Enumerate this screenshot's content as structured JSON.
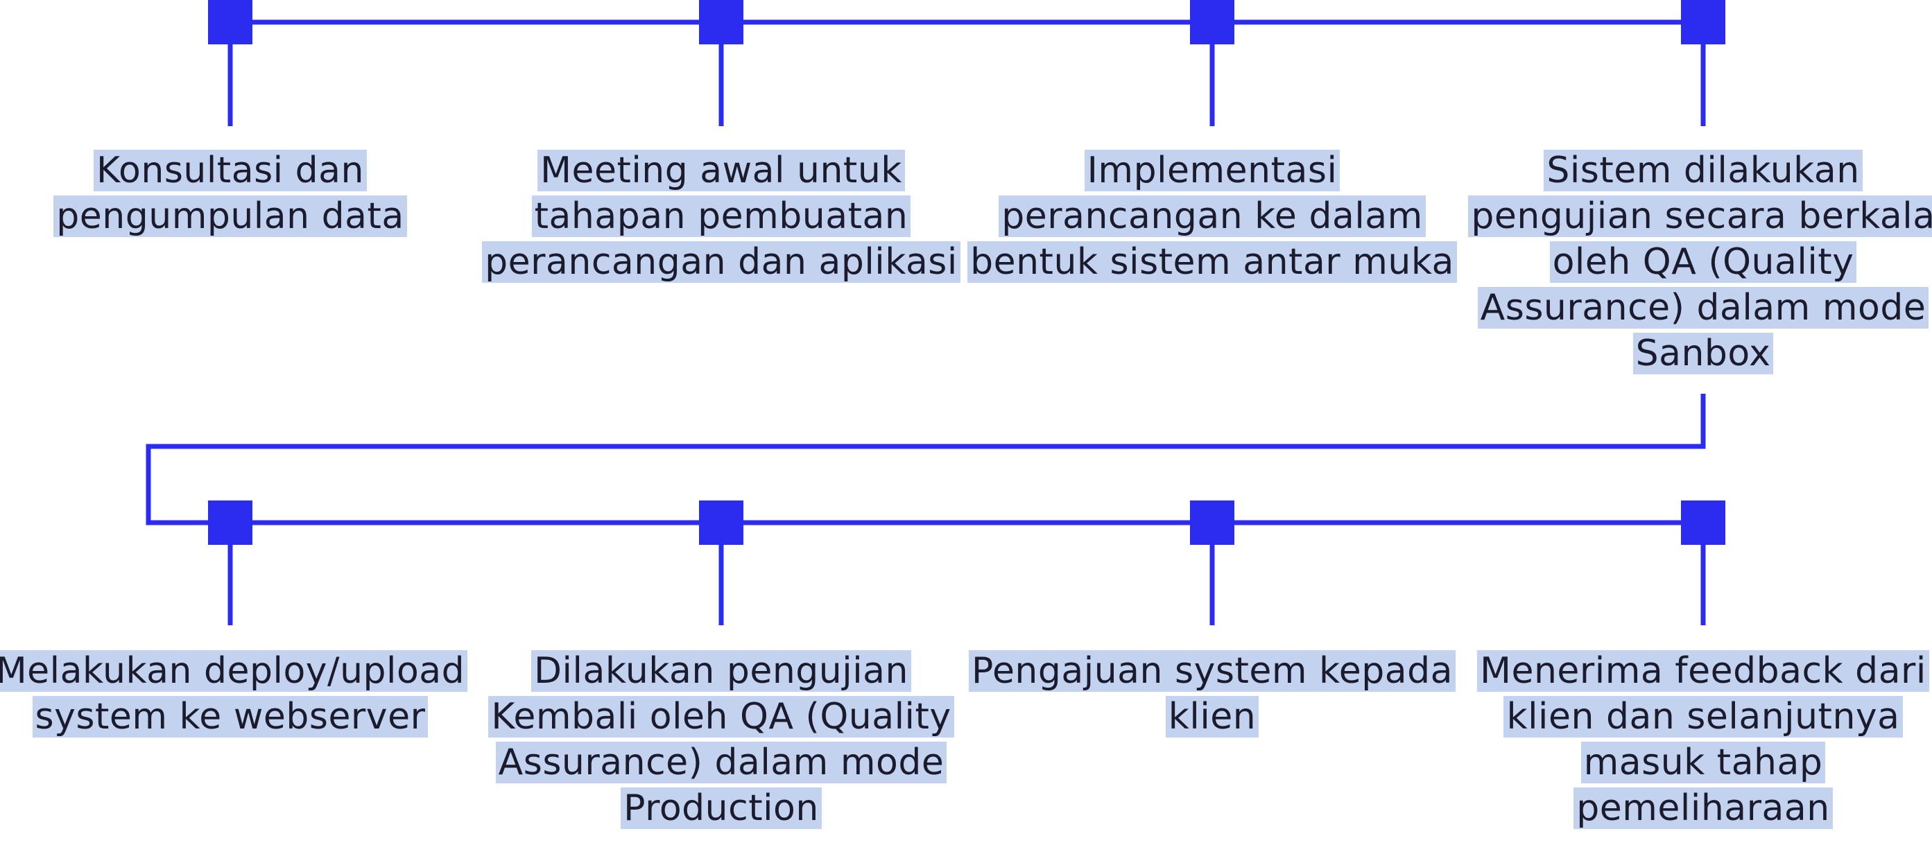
{
  "colors": {
    "accent": "#2c2cf0",
    "highlight": "#c3d2ee",
    "text": "#1b1b2e",
    "background": "#ffffff"
  },
  "steps": [
    {
      "label": "Konsultasi dan pengumpulan data"
    },
    {
      "label": "Meeting awal untuk tahapan pembuatan perancangan dan aplikasi"
    },
    {
      "label": "Implementasi perancangan ke dalam bentuk sistem antar muka"
    },
    {
      "label": "Sistem dilakukan pengujian secara berkala oleh QA (Quality Assurance) dalam mode Sanbox"
    },
    {
      "label": "Melakukan deploy/upload system ke webserver"
    },
    {
      "label": "Dilakukan pengujian Kembali oleh QA (Quality Assurance) dalam mode Production"
    },
    {
      "label": "Pengajuan system kepada klien"
    },
    {
      "label": "Menerima feedback dari klien dan selanjutnya masuk tahap pemeliharaan"
    }
  ]
}
